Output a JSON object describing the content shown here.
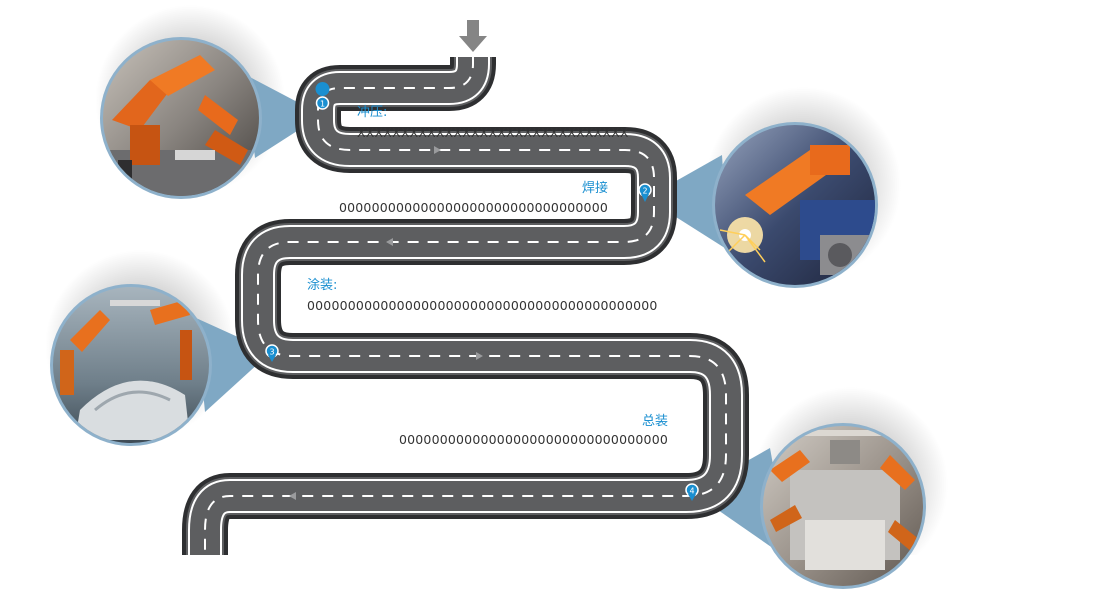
{
  "steps": [
    {
      "number": "1",
      "label": "冲压:",
      "text": "XXXXXXXXXXXXXXXXXXXXXXXXXXXXXXX",
      "photo": "stamping-robot-photo"
    },
    {
      "number": "2",
      "label": "焊接",
      "text": "000000000000000000000000000000000",
      "photo": "welding-robot-photo"
    },
    {
      "number": "3",
      "label": "涂装:",
      "text": "0000000000000000000000000000000000000000000",
      "photo": "painting-robot-photo"
    },
    {
      "number": "4",
      "label": "总装",
      "text": "000000000000000000000000000000000",
      "photo": "assembly-line-photo"
    }
  ],
  "colors": {
    "road": "#5d5e60",
    "road_edge": "#2e2f31",
    "lane": "#ffffff",
    "accent": "#1a8fd0",
    "callout": "#7fa8c4"
  },
  "icons": [
    "down-arrow-icon",
    "direction-arrow-icon",
    "map-pin-icon"
  ]
}
